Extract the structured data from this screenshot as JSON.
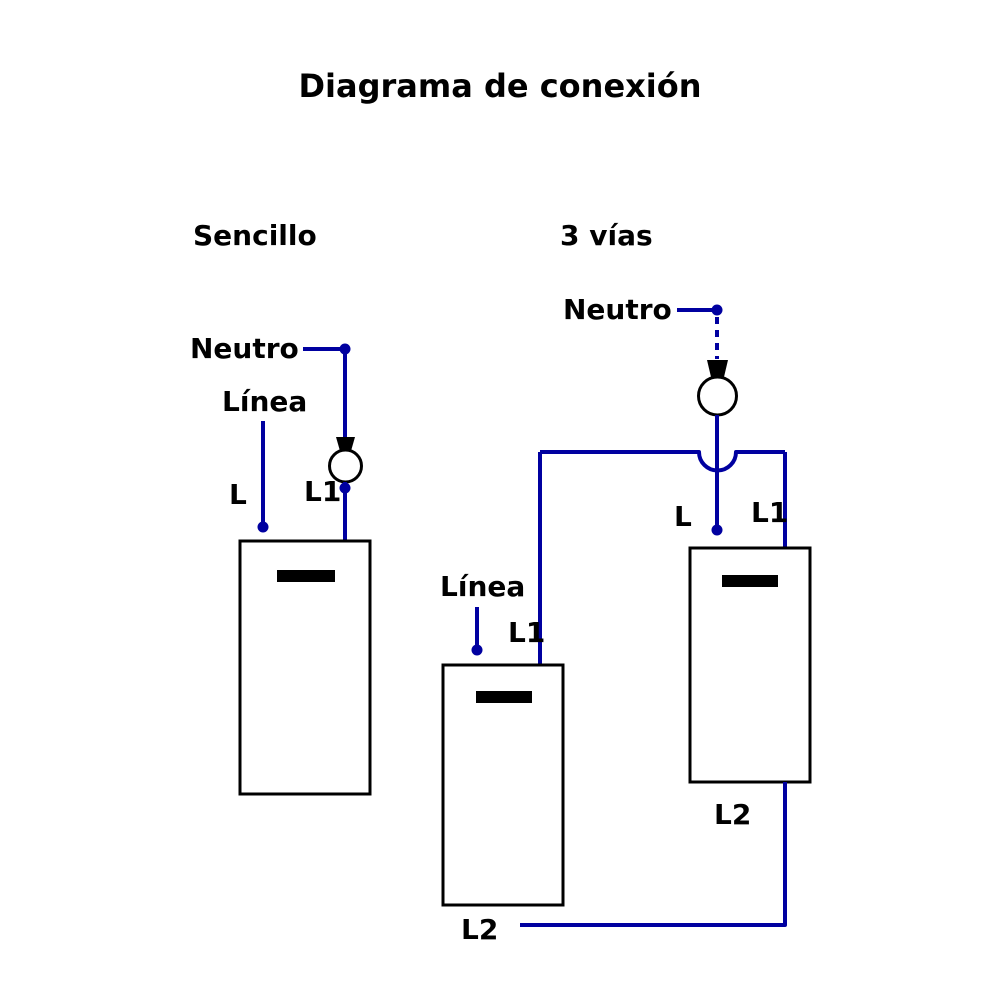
{
  "title": "Diagrama de conexión",
  "colors": {
    "wire": "#0000a0",
    "ink": "#000000",
    "paper": "#ffffff"
  },
  "sencillo": {
    "label": "Sencillo",
    "neutro": "Neutro",
    "linea": "Línea",
    "l": "L",
    "l1": "L1"
  },
  "tres_vias": {
    "label": "3 vías",
    "neutro": "Neutro",
    "linea": "Línea",
    "switch_right": {
      "l": "L",
      "l1": "L1",
      "l2": "L2"
    },
    "switch_left": {
      "l1": "L1",
      "l2": "L2"
    }
  }
}
